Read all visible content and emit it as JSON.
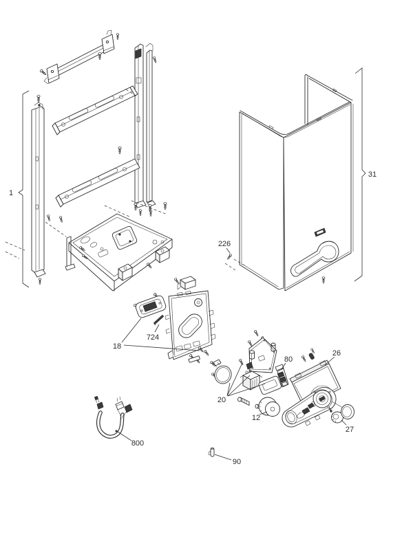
{
  "diagram": {
    "type": "exploded-parts-diagram",
    "callouts": {
      "frame": "1",
      "outer_case": "31",
      "case_screw": "226",
      "panel_rear": "18",
      "hinge_pin": "724",
      "terminal_bracket": "80",
      "control_housing": "26",
      "pcb_group": "20",
      "knob_shaft": "12",
      "knob": "27",
      "cable_harness": "800",
      "retaining_clip": "90"
    },
    "colors": {
      "background": "#ffffff",
      "line": "#2b2b2b",
      "dark_fill": "#3a3a3a",
      "light_fill": "#ffffff"
    }
  }
}
